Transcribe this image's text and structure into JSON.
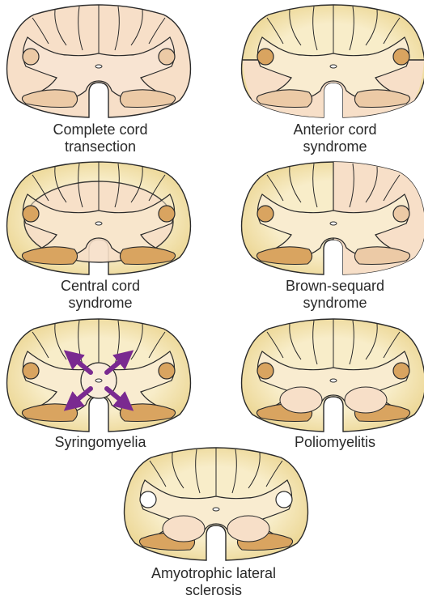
{
  "colors": {
    "cord_fill": "#f5e7bd",
    "cord_fill_edge": "#e9d184",
    "grey_matter": "#f9ecd0",
    "lesion_pale": "#f7dfc8",
    "tract": "#d9a460",
    "outline": "#2a2a2a",
    "arrow": "#7a2a90",
    "background": "#ffffff"
  },
  "diagrams": [
    {
      "id": "complete-cord-transection",
      "caption": "Complete cord\ntransection",
      "lesion": "all"
    },
    {
      "id": "anterior-cord-syndrome",
      "caption": "Anterior cord\nsyndrome",
      "lesion": "anterior"
    },
    {
      "id": "central-cord-syndrome",
      "caption": "Central cord\nsyndrome",
      "lesion": "central"
    },
    {
      "id": "brown-sequard-syndrome",
      "caption": "Brown-sequard\nsyndrome",
      "lesion": "hemisection"
    },
    {
      "id": "syringomyelia",
      "caption": "Syringomyelia",
      "lesion": "syrinx"
    },
    {
      "id": "poliomyelitis",
      "caption": "Poliomyelitis",
      "lesion": "anterior-horns"
    },
    {
      "id": "amyotrophic-lateral-sclerosis",
      "caption": "Amyotrophic lateral\nsclerosis",
      "lesion": "horns-and-lateral"
    }
  ]
}
